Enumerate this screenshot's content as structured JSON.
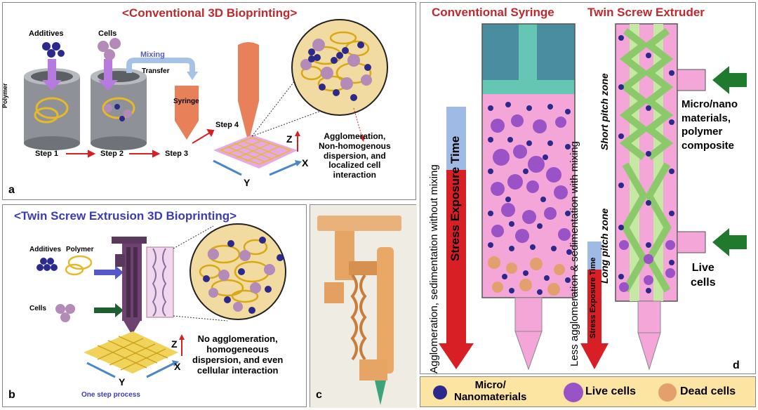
{
  "panel_a": {
    "title": "<Conventional 3D Bioprinting>",
    "letter": "a",
    "additives": "Additives",
    "cells": "Cells",
    "mixing": "Mixing",
    "transfer": "Transfer",
    "syringe": "Syringe",
    "polymer": "Polymer",
    "step1": "Step 1",
    "step2": "Step 2",
    "step3": "Step 3",
    "step4": "Step 4",
    "axis_z": "Z",
    "axis_x": "X",
    "axis_y": "Y",
    "note": "Agglomeration,\nNon-homogenous\ndispersion, and\nlocalized cell\ninteraction"
  },
  "panel_b": {
    "title": "<Twin Screw Extrusion 3D Bioprinting>",
    "letter": "b",
    "additives": "Additives",
    "polymer": "Polymer",
    "cells": "Cells",
    "axis_z": "Z",
    "axis_x": "X",
    "axis_y": "Y",
    "one_step": "One step process",
    "note": "No agglomeration,\nhomogeneous\ndispersion, and even\ncellular interaction"
  },
  "panel_c": {
    "letter": "c"
  },
  "panel_d": {
    "letter": "d",
    "syringe_title": "Conventional Syringe",
    "tse_title": "Twin Screw Extruder",
    "left_vertical": "Agglomeration, sedimentation without mixing",
    "stress_left": "Stress Exposure Time",
    "mid_vertical": "Less agglomeration & sedimentation with mixing",
    "stress_mid": "Stress Exposure Time",
    "short_pitch": "Short pitch zone",
    "long_pitch": "Long pitch zone",
    "inlet_top": "Micro/nano\nmaterials,\npolymer\ncomposite",
    "inlet_bottom": "Live\ncells"
  },
  "legend": {
    "micro": "Micro/\nNanomaterials",
    "live": "Live cells",
    "dead": "Dead cells"
  },
  "colors": {
    "title_red": "#c0282d",
    "title_blue": "#3b3bb5",
    "arrow_red": "#d81f26",
    "pink": "#f4a6d8",
    "legend_bg": "#fce4a2",
    "green_arrow": "#1f7a2e"
  }
}
